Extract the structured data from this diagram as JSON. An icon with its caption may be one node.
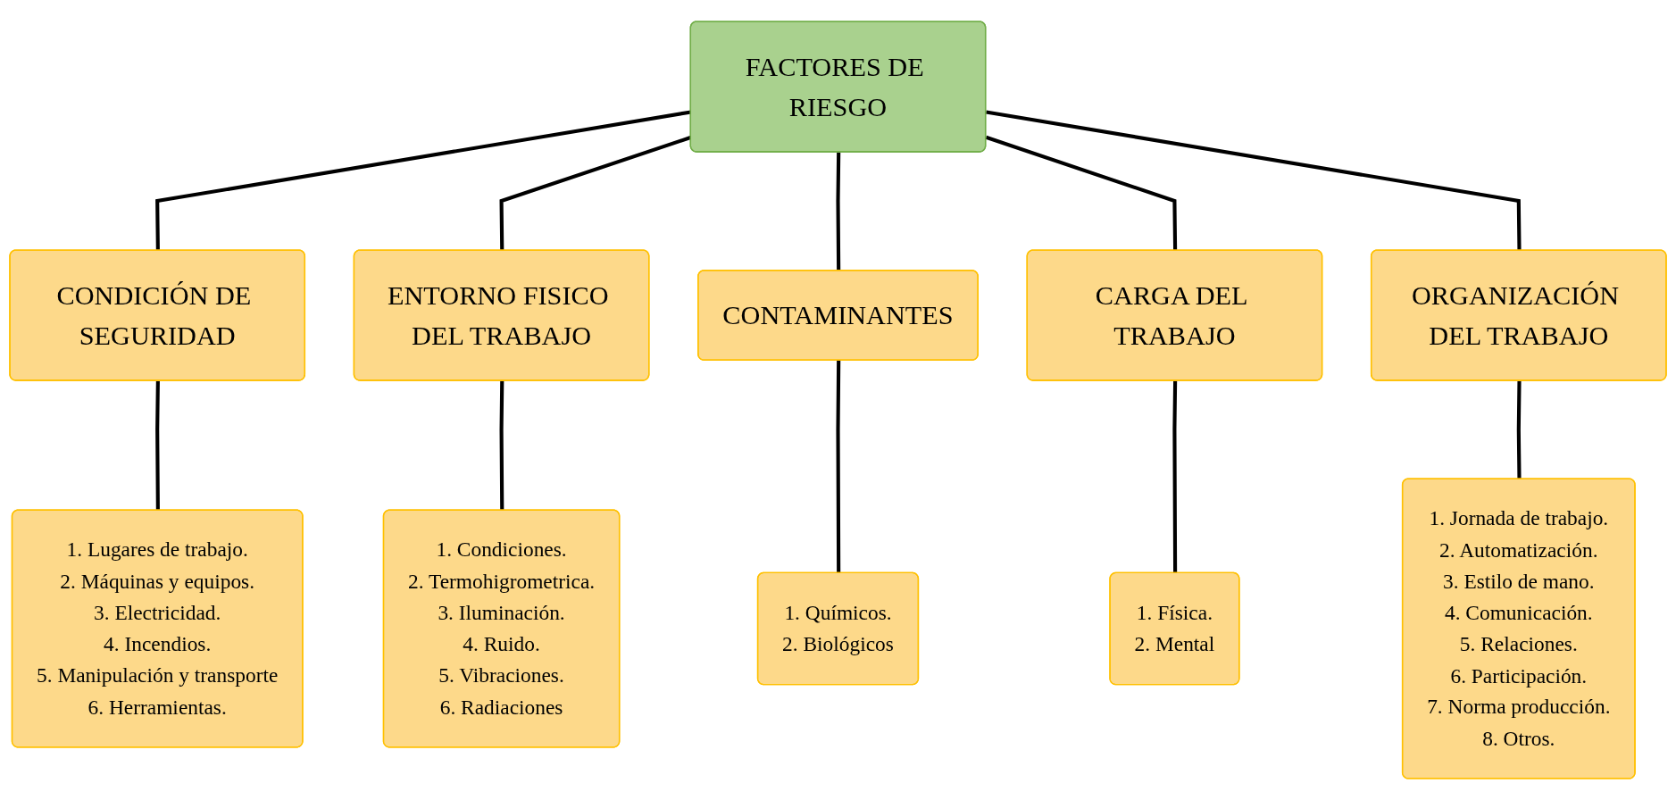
{
  "diagram": {
    "nodes": [
      {
        "text": [
          "FACTORES DE RIESGO"
        ]
      },
      {
        "text": [
          "CONDICIÓN DE SEGURIDAD"
        ]
      },
      {
        "text": [
          "ENTORNO FISICO DEL TRABAJO"
        ]
      },
      {
        "text": [
          "CONTAMINANTES"
        ]
      },
      {
        "text": [
          "CARGA DEL TRABAJO"
        ]
      },
      {
        "text": [
          "ORGANIZACIÓN DEL TRABAJO"
        ]
      },
      {
        "text": [
          "1. Lugares de trabajo.",
          "2. Máquinas y equipos.",
          "3. Electricidad.",
          "4. Incendios.",
          "5. Manipulación y transporte",
          "6. Herramientas."
        ]
      },
      {
        "text": [
          "1. Condiciones.",
          "2. Termohigrometrica.",
          "3. Iluminación.",
          "4. Ruido.",
          "5. Vibraciones.",
          "6. Radiaciones"
        ]
      },
      {
        "text": [
          "1. Químicos.",
          "2. Biológicos"
        ]
      },
      {
        "text": [
          "1. Física.",
          "2. Mental"
        ]
      },
      {
        "text": [
          "1. Jornada de trabajo.",
          "2. Automatización.",
          "3. Estilo de mano.",
          "4. Comunicación.",
          "5. Relaciones.",
          "6. Participación.",
          "7. Norma producción.",
          "8. Otros."
        ]
      }
    ],
    "edges": [
      {
        "from": 0,
        "to": 1,
        "arrow": "none"
      },
      {
        "from": 0,
        "to": 2,
        "arrow": "none"
      },
      {
        "from": 0,
        "to": 3,
        "arrow": "none"
      },
      {
        "from": 0,
        "to": 4,
        "arrow": "none"
      },
      {
        "from": 0,
        "to": 5,
        "arrow": "none"
      },
      {
        "from": 1,
        "to": 6,
        "arrow": "none"
      },
      {
        "from": 2,
        "to": 7,
        "arrow": "none"
      },
      {
        "from": 3,
        "to": 8,
        "arrow": "none"
      },
      {
        "from": 4,
        "to": 9,
        "arrow": "none"
      },
      {
        "from": 5,
        "to": 10,
        "arrow": "none"
      }
    ]
  }
}
